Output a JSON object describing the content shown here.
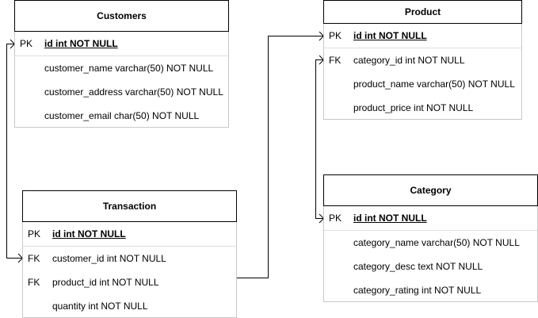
{
  "entities": {
    "customers": {
      "title": "Customers",
      "rows": [
        {
          "key": "PK",
          "field": "id int NOT NULL"
        },
        {
          "key": "",
          "field": "customer_name varchar(50) NOT NULL"
        },
        {
          "key": "",
          "field": "customer_address varchar(50) NOT NULL"
        },
        {
          "key": "",
          "field": "customer_email char(50) NOT NULL"
        }
      ]
    },
    "product": {
      "title": "Product",
      "rows": [
        {
          "key": "PK",
          "field": "id int NOT NULL"
        },
        {
          "key": "FK",
          "field": "category_id int NOT NULL"
        },
        {
          "key": "",
          "field": "product_name varchar(50) NOT NULL"
        },
        {
          "key": "",
          "field": "product_price int NOT NULL"
        }
      ]
    },
    "transaction": {
      "title": "Transaction",
      "rows": [
        {
          "key": "PK",
          "field": "id int NOT NULL"
        },
        {
          "key": "FK",
          "field": "customer_id int NOT NULL"
        },
        {
          "key": "FK",
          "field": "product_id int NOT NULL"
        },
        {
          "key": "",
          "field": "quantity int NOT NULL"
        }
      ]
    },
    "category": {
      "title": "Category",
      "rows": [
        {
          "key": "PK",
          "field": "id int NOT NULL"
        },
        {
          "key": "",
          "field": "category_name varchar(50) NOT NULL"
        },
        {
          "key": "",
          "field": "category_desc text NOT NULL"
        },
        {
          "key": "",
          "field": "category_rating int NOT NULL"
        }
      ]
    }
  }
}
